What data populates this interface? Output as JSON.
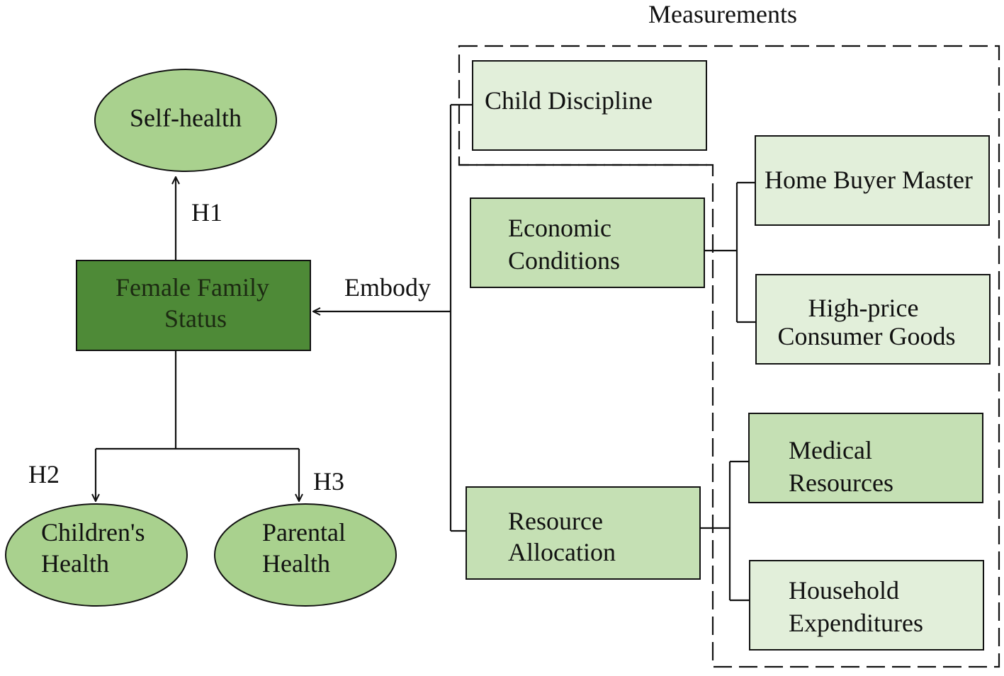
{
  "title": "Measurements",
  "colors": {
    "dark_box": "#4e8a37",
    "dark_box_text": "#1c2a12",
    "ellipse": "#a9d18e",
    "medium_box": "#c5e0b4",
    "light_box": "#e2efda",
    "line": "#111111"
  },
  "nodes": {
    "self_health": [
      "Self-health"
    ],
    "female_family_status": [
      "Female Family",
      "Status"
    ],
    "childrens_health": [
      "Children's",
      "Health"
    ],
    "parental_health": [
      "Parental",
      "Health"
    ],
    "child_discipline": [
      "Child Discipline"
    ],
    "economic_conditions": [
      "Economic",
      "Conditions"
    ],
    "resource_allocation": [
      "Resource",
      "Allocation"
    ],
    "home_buyer_master": [
      "Home Buyer Master"
    ],
    "high_price_goods": [
      "High-price",
      "Consumer Goods"
    ],
    "medical_resources": [
      "Medical",
      "Resources"
    ],
    "household_expenditures": [
      "Household",
      "Expenditures"
    ]
  },
  "edge_labels": {
    "h1": "H1",
    "h2": "H2",
    "h3": "H3",
    "embody": "Embody"
  }
}
